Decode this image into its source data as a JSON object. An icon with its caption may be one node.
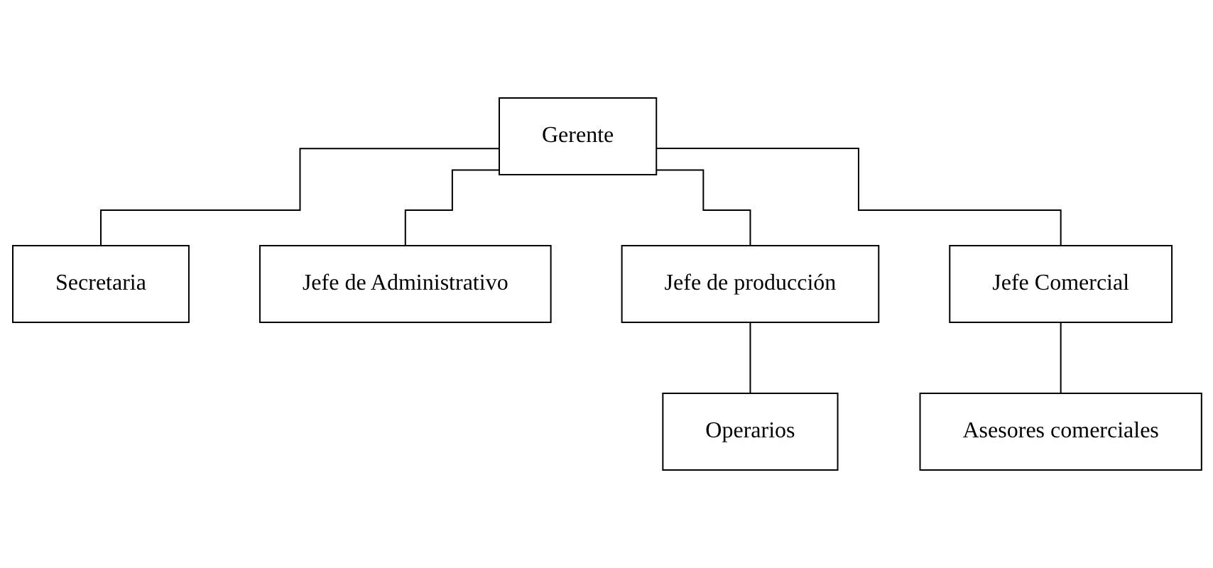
{
  "diagram": {
    "nodes": [
      {
        "text": [
          "Gerente"
        ]
      },
      {
        "text": [
          "Secretaria"
        ]
      },
      {
        "text": [
          "Jefe de Administrativo"
        ]
      },
      {
        "text": [
          "Jefe de producción"
        ]
      },
      {
        "text": [
          "Jefe Comercial"
        ]
      },
      {
        "text": [
          "Operarios"
        ]
      },
      {
        "text": [
          "Asesores comerciales"
        ]
      }
    ],
    "edges": [
      {
        "from": 0,
        "to": 1,
        "arrow": "none"
      },
      {
        "from": 0,
        "to": 2,
        "arrow": "none"
      },
      {
        "from": 0,
        "to": 3,
        "arrow": "none"
      },
      {
        "from": 0,
        "to": 4,
        "arrow": "none"
      },
      {
        "from": 3,
        "to": 5,
        "arrow": "none"
      },
      {
        "from": 4,
        "to": 6,
        "arrow": "none"
      }
    ]
  }
}
